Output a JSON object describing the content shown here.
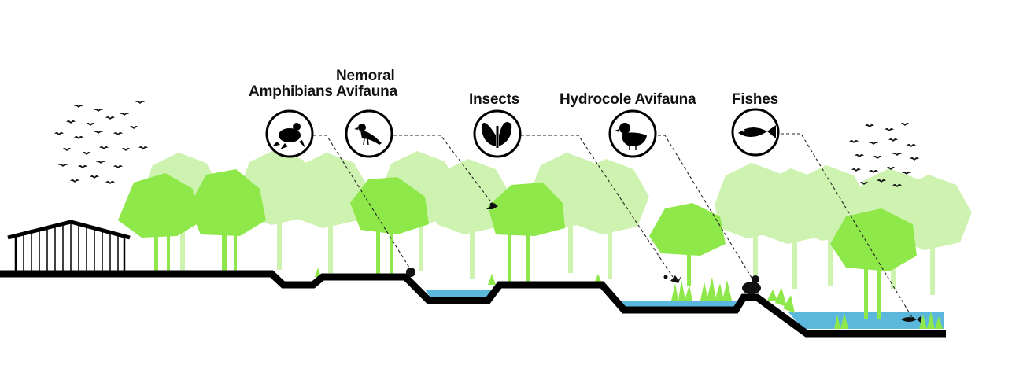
{
  "labels": {
    "amphibians": "Amphibians",
    "nemoral_line1": "Nemoral",
    "nemoral_line2": "Avifauna",
    "insects": "Insects",
    "hydrocole": "Hydrocole Avifauna",
    "fishes": "Fishes"
  },
  "icons": [
    "frog-icon",
    "bird-icon",
    "butterfly-icon",
    "duck-icon",
    "fish-icon"
  ],
  "colors": {
    "tree_bright": "#8ee84a",
    "tree_pale": "#c9f1a8",
    "water": "#5bb8dc",
    "ground": "#000000"
  }
}
